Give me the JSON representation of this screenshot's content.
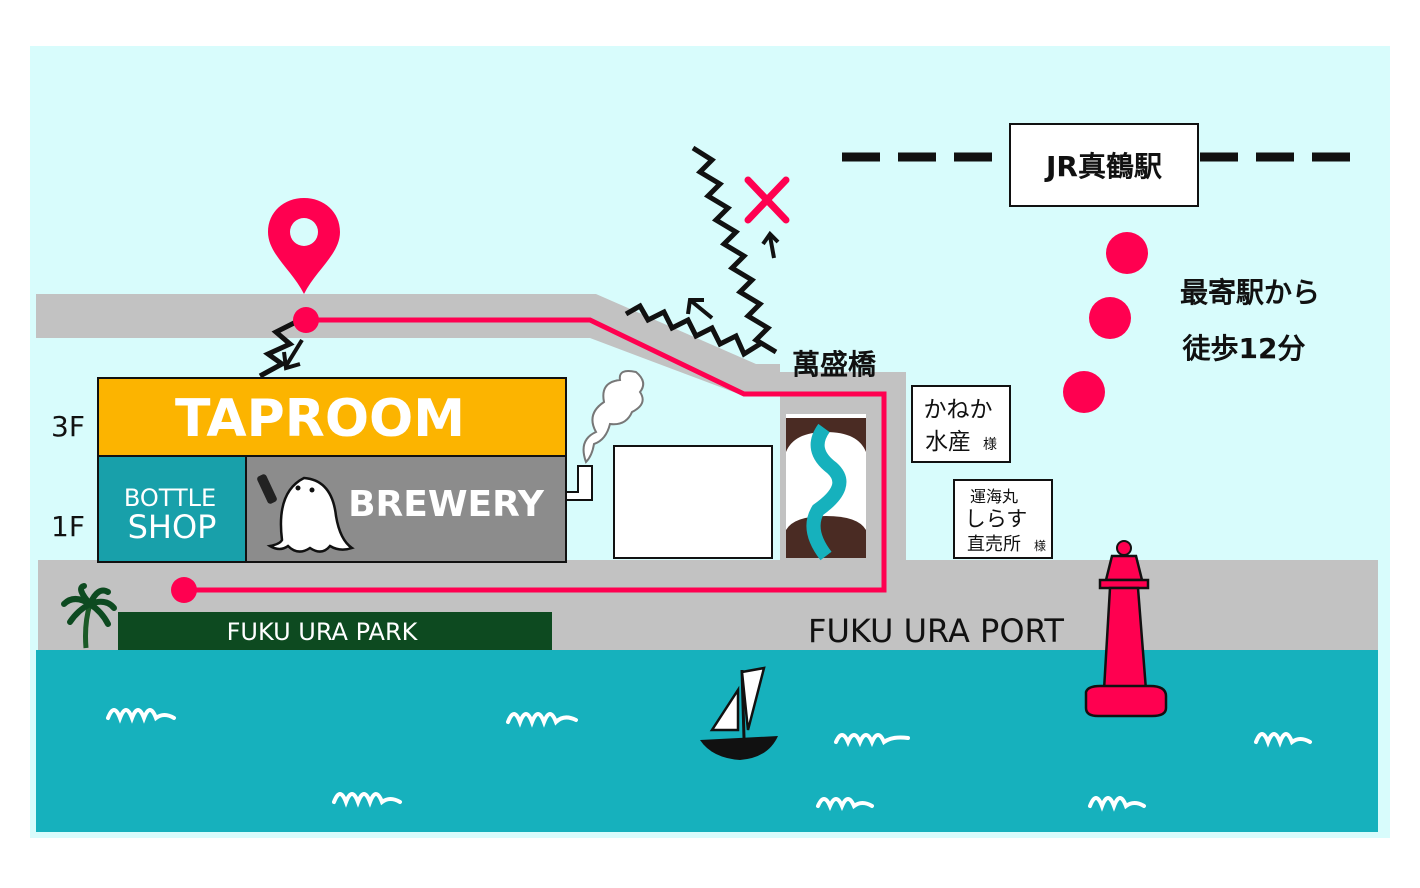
{
  "colors": {
    "sky": "#d8fcfc",
    "sea": "#16b1bd",
    "road": "#c2c2c2",
    "route": "#ff0050",
    "taproom": "#fcb400",
    "bottle_shop": "#18a0aa",
    "brewery": "#8c8c8c",
    "park_sign": "#0d4a20",
    "bridge": "#4a2b23"
  },
  "station": {
    "name": "JR真鶴駅"
  },
  "walk_note": {
    "line1": "最寄駅から",
    "line2": "徒歩12分"
  },
  "bridge": {
    "name": "萬盛橋"
  },
  "building": {
    "floor_3": "3F",
    "floor_1": "1F",
    "taproom": "TAPROOM",
    "bottle_shop_line1": "BOTTLE",
    "bottle_shop_line2": "SHOP",
    "brewery": "BREWERY"
  },
  "shops": {
    "kaneka_line1": "かねか",
    "kaneka_line2": "水産",
    "kaneka_suffix": "様",
    "unkaimaru_line1": "運海丸",
    "unkaimaru_line2": "しらす",
    "unkaimaru_line3": "直売所",
    "unkaimaru_suffix": "様"
  },
  "park": {
    "name": "FUKU URA PARK"
  },
  "port": {
    "name": "FUKU URA PORT"
  },
  "icons": [
    "location-pin-icon",
    "cross-mark-icon",
    "palm-tree-icon",
    "lighthouse-buoy-icon",
    "sailboat-icon",
    "ghost-mascot-icon",
    "smoke-icon",
    "wave-icon"
  ]
}
